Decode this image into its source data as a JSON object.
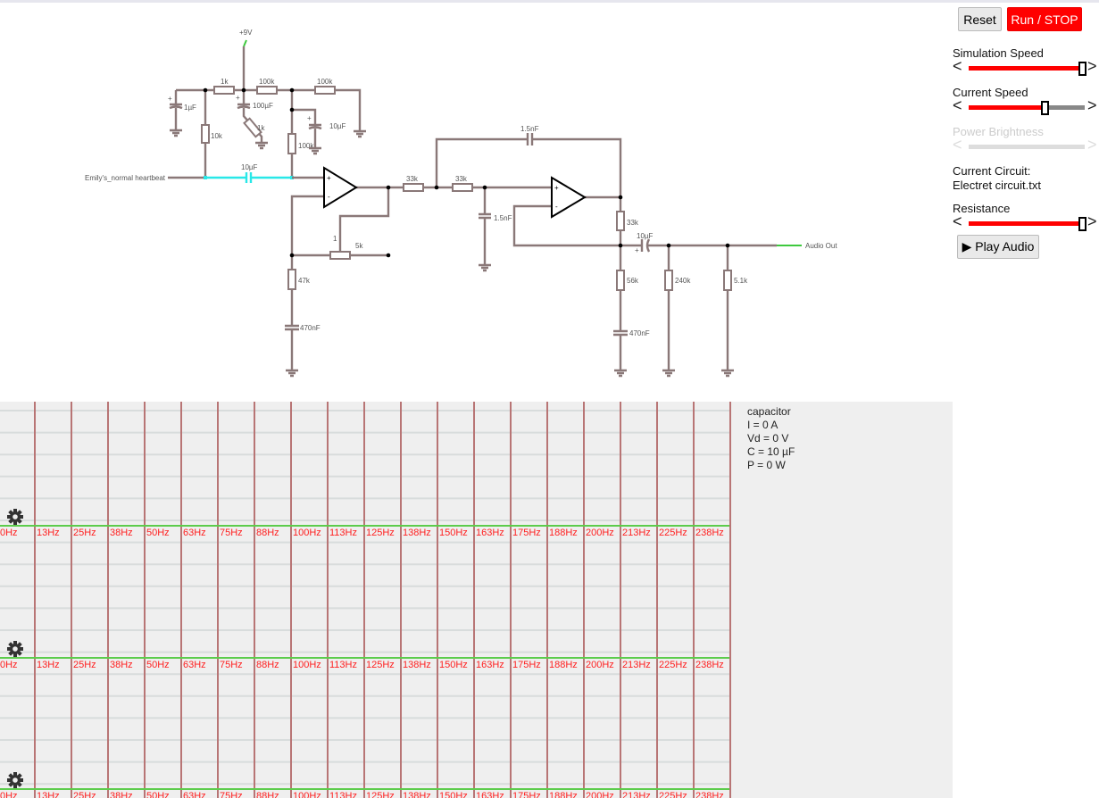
{
  "circuit": {
    "supply_label": "+9V",
    "input_label": "Emily's_normal heartbeat",
    "output_label": "Audio Out",
    "labels": [
      "1k",
      "100k",
      "100k",
      "1µF",
      "10k",
      "100µF",
      "1k",
      "10µF",
      "100k",
      "10µF",
      "1",
      "5k",
      "47k",
      "470nF",
      "33k",
      "33k",
      "1.5nF",
      "1.5nF",
      "33k",
      "10µF",
      "56k",
      "470nF",
      "240k",
      "5.1k"
    ],
    "wire_color": "#8a7878",
    "selected_color": "#29e8e8"
  },
  "scope": {
    "info": [
      "capacitor",
      "I = 0 A",
      "Vd = 0 V",
      "C = 10 µF",
      "P = 0 W"
    ],
    "freq_labels": [
      "0Hz",
      "13Hz",
      "25Hz",
      "38Hz",
      "50Hz",
      "63Hz",
      "75Hz",
      "88Hz",
      "100Hz",
      "113Hz",
      "125Hz",
      "138Hz",
      "150Hz",
      "163Hz",
      "175Hz",
      "188Hz",
      "200Hz",
      "213Hz",
      "225Hz",
      "238Hz"
    ],
    "count": 3
  },
  "panel": {
    "reset": "Reset",
    "run_stop": "Run / STOP",
    "sim_speed": {
      "label": "Simulation Speed",
      "value": 1.0
    },
    "current_speed": {
      "label": "Current Speed",
      "value": 0.68
    },
    "power_brightness": {
      "label": "Power Brightness",
      "value": 1.0
    },
    "current_circuit_label": "Current Circuit:",
    "current_circuit": "Electret circuit.txt",
    "resistance": {
      "label": "Resistance",
      "value": 1.0
    },
    "play_audio": "▶ Play Audio"
  }
}
